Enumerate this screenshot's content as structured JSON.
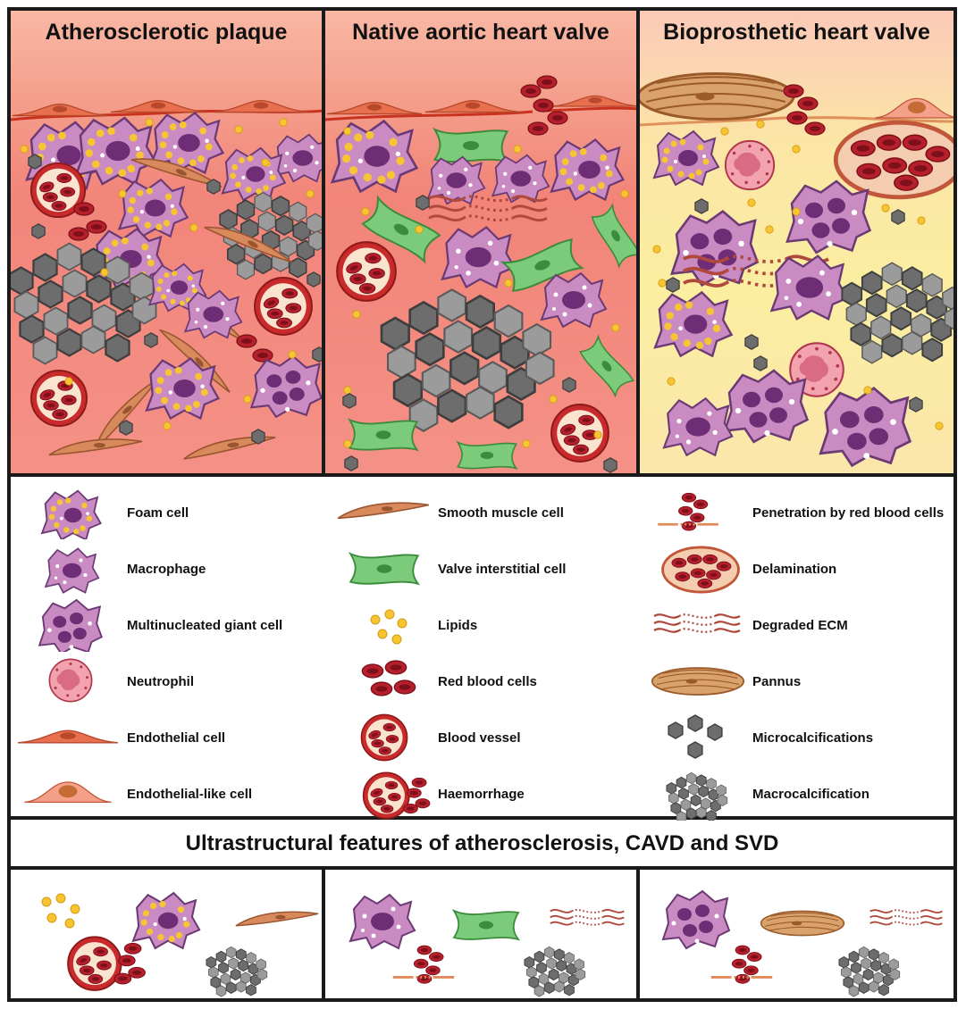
{
  "panels": {
    "plaque_title": "Atherosclerotic plaque",
    "native_title": "Native aortic heart valve",
    "bioprosthetic_title": "Bioprosthetic heart valve"
  },
  "legend": {
    "foam_cell": "Foam cell",
    "macrophage": "Macrophage",
    "giant_cell": "Multinucleated giant cell",
    "neutrophil": "Neutrophil",
    "endothelial_cell": "Endothelial cell",
    "endothelial_like_cell": "Endothelial-like cell",
    "smooth_muscle_cell": "Smooth muscle cell",
    "valve_interstitial_cell": "Valve interstitial cell",
    "lipids": "Lipids",
    "red_blood_cells": "Red blood cells",
    "blood_vessel": "Blood vessel",
    "haemorrhage": "Haemorrhage",
    "penetration": "Penetration by red blood cells",
    "delamination": "Delamination",
    "degraded_ecm": "Degraded ECM",
    "pannus": "Pannus",
    "microcalcifications": "Microcalcifications",
    "macrocalcification": "Macrocalcification"
  },
  "banner": "Ultrastructural features of atherosclerosis, CAVD and SVD",
  "colors": {
    "plaque_bg": "#f2857a",
    "valve_bg": "#f28478",
    "bioprosthetic_bg": "#fbeea0",
    "foam_cell": "#c98bc2",
    "lipid": "#f5c230",
    "red_blood_cell": "#b5202c",
    "smooth_muscle": "#d98a5c",
    "valve_interstitial": "#7ccb7a",
    "calcification": "#8c8c8c",
    "endothelium": "#e8704f"
  }
}
